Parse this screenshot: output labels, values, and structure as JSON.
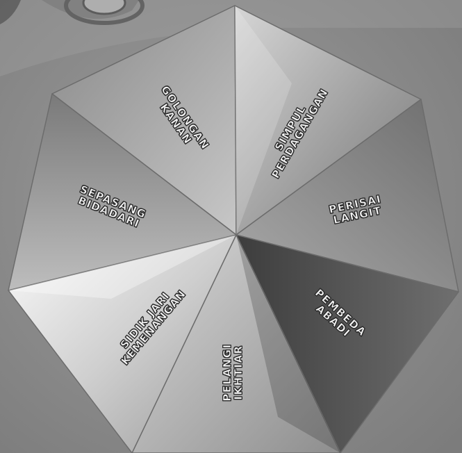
{
  "facets": [
    {
      "lines": [
        "GOLONGAN",
        "KANAN"
      ]
    },
    {
      "lines": [
        "SIMPUL",
        "PERDAGANGAN"
      ]
    },
    {
      "lines": [
        "PERISAI",
        "LANGIT"
      ]
    },
    {
      "lines": [
        "PEMBEDA",
        "ABADI"
      ]
    },
    {
      "lines": [
        "PELANGI",
        "IKHTIAR"
      ]
    },
    {
      "lines": [
        "SIDIK JARI",
        "KEMENANGAN"
      ]
    },
    {
      "lines": [
        "SEPASANG",
        "BIDADARI"
      ]
    }
  ],
  "colors": {
    "background": "#8d8d8d",
    "label_fill": "#f4f4f4",
    "label_outline": "#2b2b2b"
  }
}
